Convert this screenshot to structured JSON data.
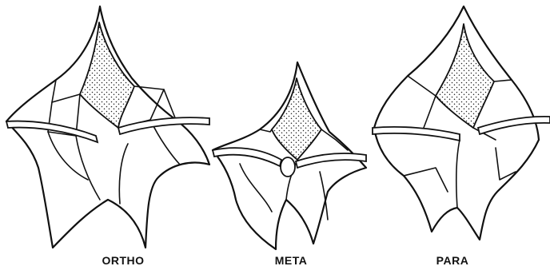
{
  "figures": [
    {
      "id": "ortho",
      "label": "ORTHO"
    },
    {
      "id": "meta",
      "label": "META"
    },
    {
      "id": "para",
      "label": "PARA"
    }
  ]
}
